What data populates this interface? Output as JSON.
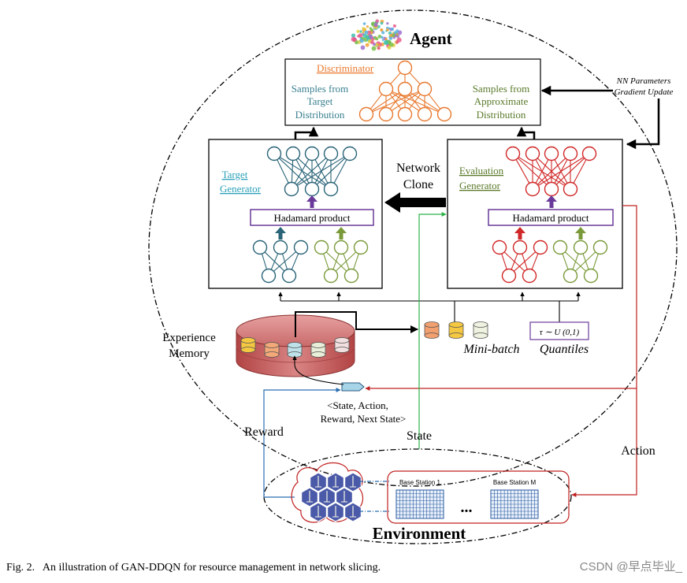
{
  "agent": {
    "title": "Agent"
  },
  "discriminator": {
    "title": "Discriminator",
    "left_label": [
      "Samples from",
      "Target",
      "Distribution"
    ],
    "right_label": [
      "Samples from",
      "Approximate",
      "Distribution"
    ]
  },
  "nn_update": [
    "NN Parameters",
    "Gradient Update"
  ],
  "target_generator": {
    "title": [
      "Target",
      "Generator"
    ],
    "hadamard": "Hadamard product"
  },
  "evaluation_generator": {
    "title": [
      "Evaluation",
      "Generator"
    ],
    "hadamard": "Hadamard product"
  },
  "network_clone": [
    "Network",
    "Clone"
  ],
  "experience_memory": [
    "Experience",
    "Memory"
  ],
  "mini_batch": "Mini-batch",
  "quantiles": {
    "label": "Quantiles",
    "formula": "τ ∼ U (0,1)"
  },
  "transition": [
    "<State, Action,",
    "Reward, Next State>"
  ],
  "reward": "Reward",
  "state": "State",
  "action": "Action",
  "environment": {
    "title": "Environment",
    "base_station_1": "Base Station 1",
    "base_station_m": "Base Station M",
    "ellipsis": "..."
  },
  "caption": "Fig. 2.   An illustration of GAN-DDQN for resource management in network slicing.",
  "watermark": "CSDN @早点毕业_",
  "colors": {
    "orange": "#e8792f",
    "teal": "#2a6478",
    "olive": "#7a9a3a",
    "red": "#d02828",
    "purple": "#6a3a9a",
    "green_arrow": "#2db24a",
    "blue_arrow": "#2a6db0",
    "title_teal": "#2aa0b8",
    "label_teal": "#3a8090",
    "label_olive": "#5a7a2a"
  }
}
